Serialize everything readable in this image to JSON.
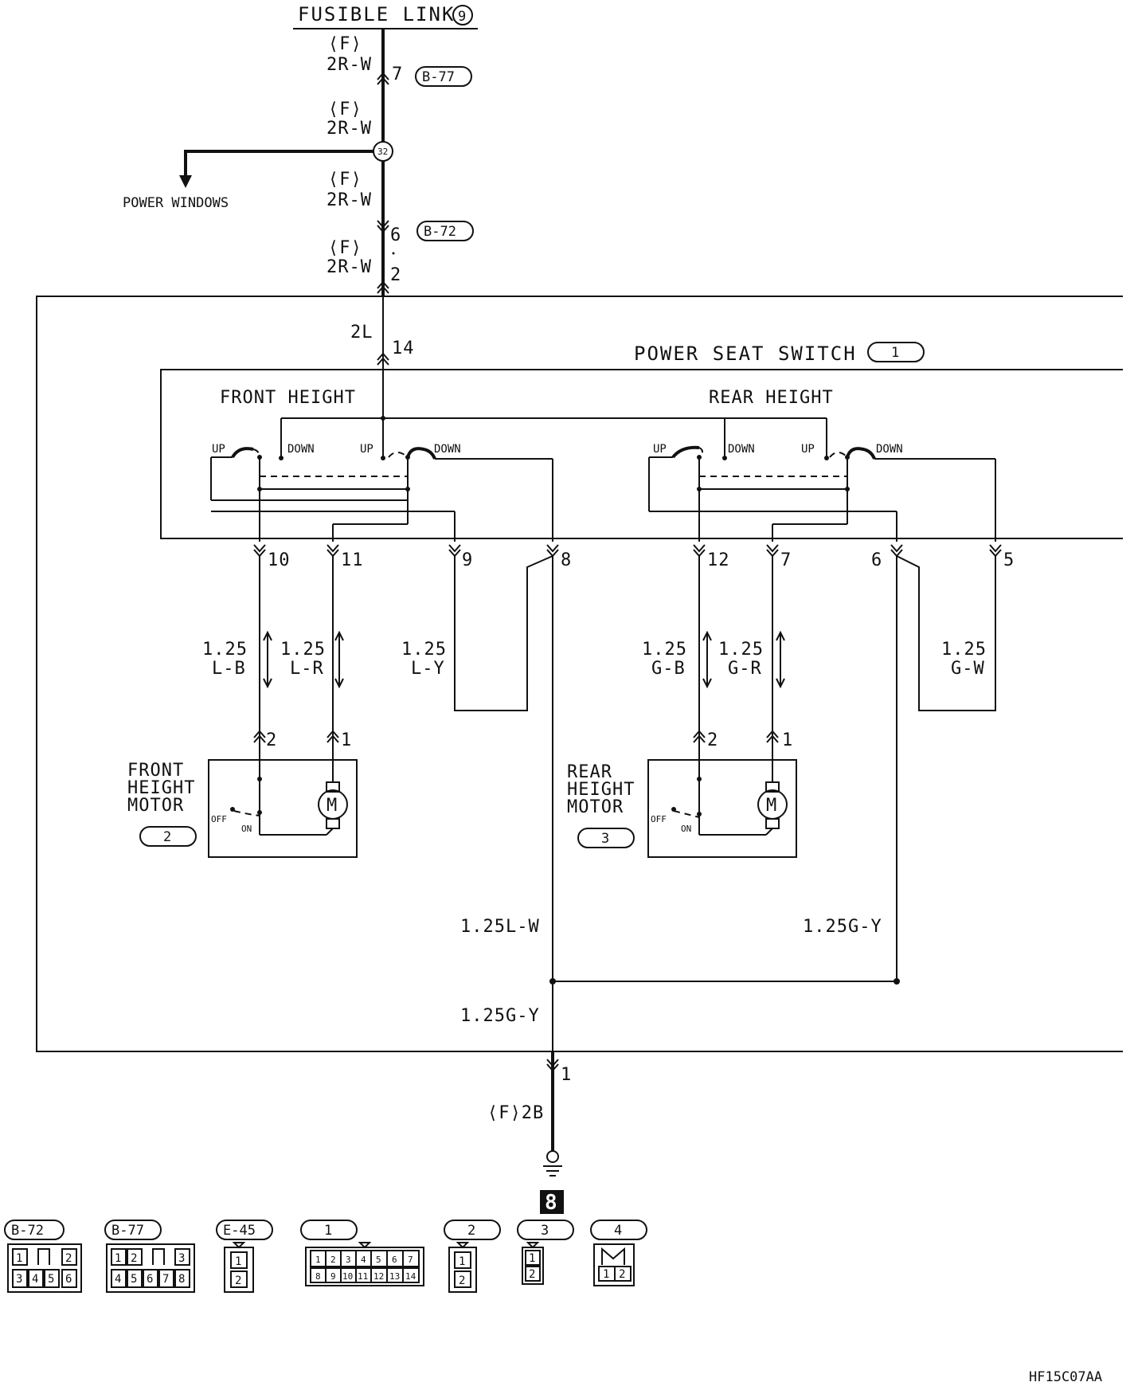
{
  "header": {
    "fusible_link": "FUSIBLE LINK",
    "fusible_link_num": "9"
  },
  "wires": {
    "f_prefix": "⟨F⟩",
    "spec_2rw": "2R-W",
    "spec_2l": "2L",
    "front_down_1": "1.25",
    "front_down_1b": "L-B",
    "front_up_1": "1.25",
    "front_up_1b": "L-R",
    "front_ly_1": "1.25",
    "front_ly_1b": "L-Y",
    "rear_1": "1.25",
    "rear_1b": "G-B",
    "rear_2": "1.25",
    "rear_2b": "G-R",
    "rear_3": "1.25",
    "rear_3b": "G-W",
    "lw": "1.25L-W",
    "gy_right": "1.25G-Y",
    "gy_bottom": "1.25G-Y",
    "ground_spec": "⟨F⟩2B"
  },
  "pins": {
    "p7": "7",
    "p6": "6",
    "p2": "2",
    "p14": "14",
    "p10": "10",
    "p11": "11",
    "p9": "9",
    "p8": "8",
    "p12": "12",
    "p7b": "7",
    "p6b": "6",
    "p5": "5",
    "m_front_2": "2",
    "m_front_1": "1",
    "m_rear_2": "2",
    "m_rear_1": "1",
    "gnd_1": "1"
  },
  "connectors": {
    "b77": "B-77",
    "b72": "B-72",
    "e45": "E-45",
    "c1": "1",
    "c2": "2",
    "c3": "3",
    "c4": "4",
    "splice": "32"
  },
  "labels": {
    "power_windows": "POWER WINDOWS",
    "power_seat_switch": "POWER SEAT SWITCH",
    "front_height": "FRONT HEIGHT",
    "rear_height": "REAR HEIGHT",
    "up": "UP",
    "down": "DOWN",
    "front_motor_1": "FRONT",
    "front_motor_2": "HEIGHT",
    "front_motor_3": "MOTOR",
    "rear_motor_1": "REAR",
    "rear_motor_2": "HEIGHT",
    "rear_motor_3": "MOTOR",
    "off": "OFF",
    "on": "ON",
    "motor_m": "M",
    "ground_num": "8",
    "code": "HF15C07AA"
  },
  "legend": {
    "b72_pins": [
      "1",
      "2",
      "3",
      "4",
      "5",
      "6"
    ],
    "b77_pins": [
      "1",
      "2",
      "3",
      "4",
      "5",
      "6",
      "7",
      "8"
    ],
    "e45_pins": [
      "1",
      "2"
    ],
    "c1_pins_top": [
      "1",
      "2",
      "3",
      "4",
      "5",
      "6",
      "7"
    ],
    "c1_pins_bot": [
      "8",
      "9",
      "10",
      "11",
      "12",
      "13",
      "14"
    ],
    "c2_pins": [
      "1",
      "2"
    ],
    "c3_pins": [
      "1",
      "2"
    ],
    "c4_pins": [
      "1",
      "2"
    ]
  }
}
